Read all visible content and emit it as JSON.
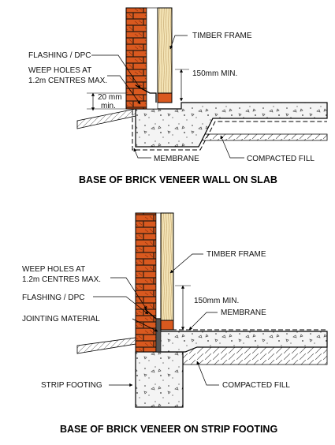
{
  "diagram_top": {
    "caption": "BASE OF BRICK VENEER WALL ON SLAB",
    "labels": {
      "timber_frame": "TIMBER FRAME",
      "flashing": "FLASHING / DPC",
      "weep_holes_1": "WEEP HOLES AT",
      "weep_holes_2": "1.2m CENTRES MAX.",
      "min_150": "150mm MIN.",
      "min_20_1": "20 mm",
      "min_20_2": "min.",
      "membrane": "MEMBRANE",
      "compacted_fill": "COMPACTED FILL"
    }
  },
  "diagram_bottom": {
    "caption": "BASE OF BRICK VENEER ON STRIP FOOTING",
    "labels": {
      "timber_frame": "TIMBER FRAME",
      "weep_holes_1": "WEEP HOLES AT",
      "weep_holes_2": "1.2m CENTRES MAX.",
      "flashing": "FLASHING / DPC",
      "min_150": "150mm MIN.",
      "jointing": "JOINTING MATERIAL",
      "membrane": "MEMBRANE",
      "strip_footing": "STRIP FOOTING",
      "compacted_fill": "COMPACTED FILL"
    }
  },
  "colors": {
    "brick": "#d9591f",
    "brick_mortar": "#2a1a10",
    "timber": "#f3e3b5",
    "concrete": "#f4f4f4",
    "line": "#000000"
  }
}
